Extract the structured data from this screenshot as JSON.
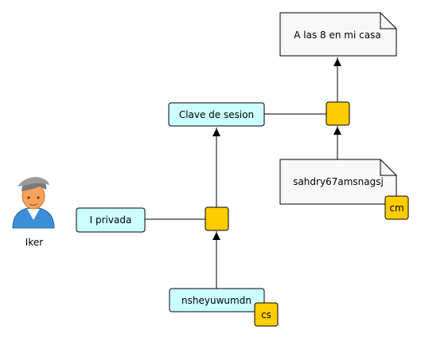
{
  "actor": {
    "name": "Iker"
  },
  "nodes": {
    "private_key": "I privada",
    "session_key": "Clave de sesion",
    "nonce": "nsheyuwumdn",
    "encrypted_note": "sahdry67amsnagsj",
    "plain_note": "A las 8 en mi casa"
  },
  "tags": {
    "nonce_tag": "cs",
    "note_tag": "cm"
  },
  "colors": {
    "box_fill": "#ccffff",
    "junction_fill": "#ffcc00",
    "note_fill": "#f8f8f8",
    "stroke": "#000000"
  }
}
